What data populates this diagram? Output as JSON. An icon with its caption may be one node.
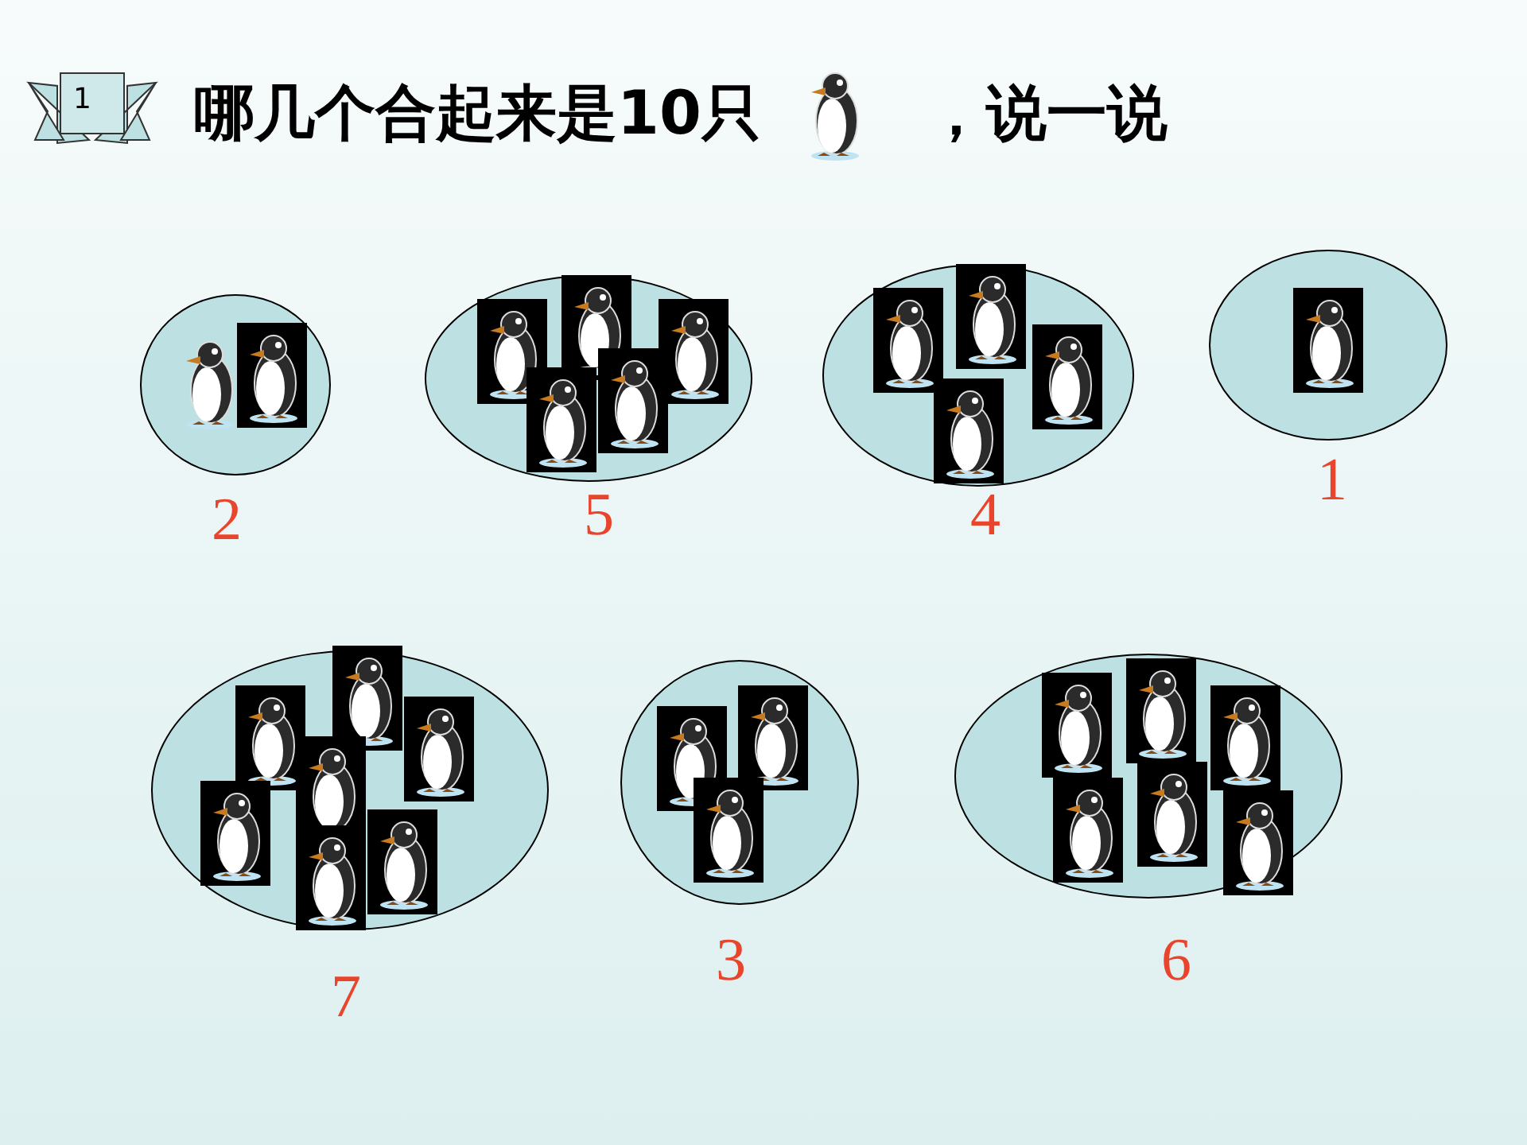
{
  "diagram": {
    "title": "哪几个合起来是10只",
    "nodes": [
      {
        "text": [],
        "shape": "ellipse",
        "beside": [
          "2"
        ]
      },
      {
        "text": [],
        "shape": "ellipse",
        "beside": [
          "5"
        ]
      },
      {
        "text": [],
        "shape": "ellipse",
        "beside": [
          "4"
        ]
      },
      {
        "text": [],
        "shape": "ellipse",
        "beside": [
          "1"
        ]
      },
      {
        "text": [],
        "shape": "ellipse",
        "beside": [
          "7"
        ]
      },
      {
        "text": [],
        "shape": "ellipse",
        "beside": [
          "3"
        ]
      },
      {
        "text": [],
        "shape": "ellipse",
        "beside": [
          "6"
        ]
      }
    ],
    "labels": [
      "1",
      "，说一说"
    ]
  }
}
